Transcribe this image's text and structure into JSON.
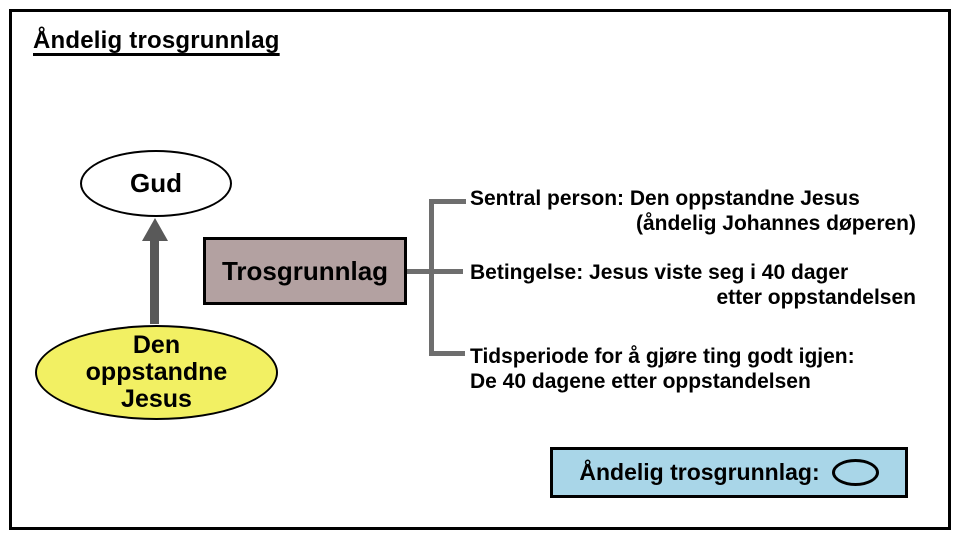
{
  "title": "Åndelig trosgrunnlag",
  "diagram": {
    "gud_label": "Gud",
    "jesus_lines": [
      "Den",
      "oppstandne",
      "Jesus"
    ],
    "trosgrunnlag_label": "Trosgrunnlag"
  },
  "details": [
    {
      "line1": "Sentral person: Den oppstandne Jesus",
      "line2": "(åndelig Johannes døperen)"
    },
    {
      "line1": "Betingelse: Jesus viste seg i 40 dager",
      "line2": "etter oppstandelsen"
    },
    {
      "line1": "Tidsperiode for å gjøre ting godt igjen:",
      "line2": "De 40 dagene etter oppstandelsen"
    }
  ],
  "legend": {
    "label": "Åndelig trosgrunnlag:",
    "symbol": "ellipse-outline"
  },
  "colors": {
    "jesus_ellipse_fill": "#f2f063",
    "trosgrunnlag_fill": "#b3a1a1",
    "legend_fill": "#a9d6e8",
    "connector_gray": "#6e6e6e",
    "arrow_gray": "#595959",
    "border_black": "#000000"
  }
}
